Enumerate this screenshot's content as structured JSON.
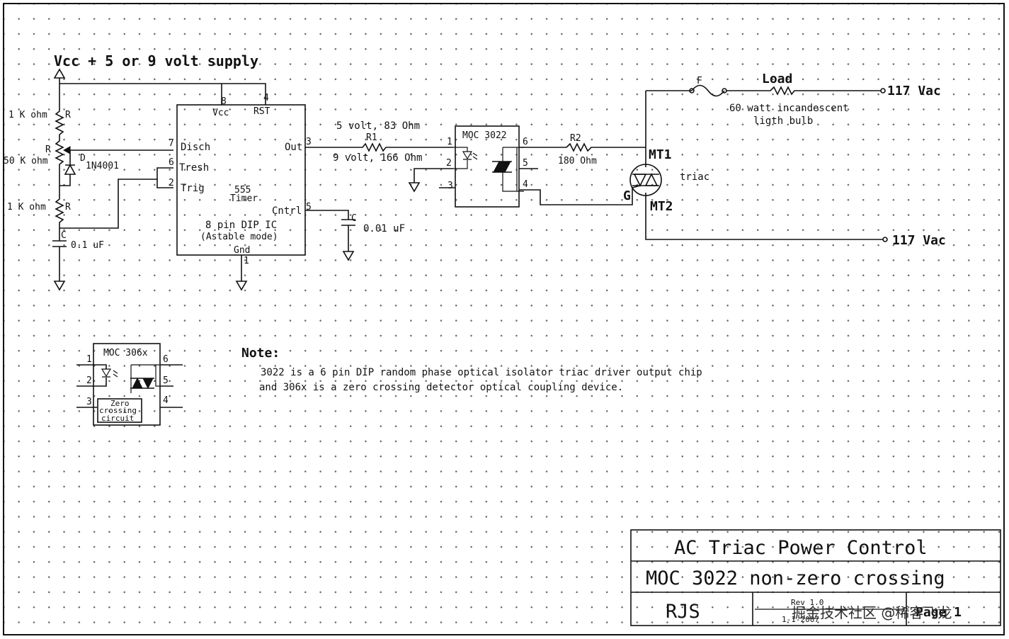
{
  "supply": {
    "label": "Vcc + 5 or 9 volt supply"
  },
  "ic555": {
    "pin8": "8",
    "pin4": "4",
    "pin7": "7",
    "pin6": "6",
    "pin2": "2",
    "pin3": "3",
    "pin5": "5",
    "pin1": "1",
    "vcc": "Vcc",
    "rst": "RST",
    "disch": "Disch",
    "tresh": "Tresh",
    "trig": "Trig",
    "out": "Out",
    "cntrl": "Cntrl",
    "gnd": "Gnd",
    "name1": "555",
    "name2": "Timer",
    "desc1": "8 pin DIP IC",
    "desc2": "(Astable mode)"
  },
  "left_parts": {
    "r_top_value": "1 K ohm",
    "r_top_ref": "R",
    "pot_value": "50 K ohm",
    "pot_ref": "R",
    "diode_ref": "D",
    "diode_part": "1N4001",
    "r_bot_value": "1 K ohm",
    "r_bot_ref": "R",
    "cap_ref": "C",
    "cap_value": "0.1 uF"
  },
  "cntrl_cap": {
    "ref": "C",
    "value": "0.01 uF"
  },
  "r1": {
    "value_5v": "5 volt, 83 Ohm",
    "ref": "R1",
    "value_9v": "9 volt, 166 Ohm"
  },
  "moc3022": {
    "name": "MOC 3022",
    "p1": "1",
    "p2": "2",
    "p3": "3",
    "p4": "4",
    "p5": "5",
    "p6": "6"
  },
  "r2": {
    "ref": "R2",
    "value": "180 Ohm"
  },
  "triac": {
    "mt1": "MT1",
    "mt2": "MT2",
    "g": "G",
    "label": "triac"
  },
  "ac_side": {
    "fuse": "F",
    "load": "Load",
    "load_desc1": "60 watt incandescent",
    "load_desc2": "ligth bulb",
    "vac_top": "117 Vac",
    "vac_bottom": "117 Vac"
  },
  "moc306x": {
    "name": "MOC 306x",
    "p1": "1",
    "p2": "2",
    "p3": "3",
    "p4": "4",
    "p5": "5",
    "p6": "6",
    "zc1": "Zero",
    "zc2": "crossing",
    "zc3": "circuit"
  },
  "note": {
    "heading": "Note:",
    "line1": "3022 is a 6 pin DIP random phase optical isolator triac driver output chip",
    "line2": "and 306x is a zero crossing detector optical coupling device."
  },
  "title_block": {
    "title": "AC Triac Power Control",
    "subtitle": "MOC 3022 non-zero crossing",
    "author": "RJS",
    "rev": "Rev 1.0",
    "rev_date": "1-1-2007",
    "page": "Page 1"
  },
  "watermark": "掘金技术社区 @稀客飞龙"
}
